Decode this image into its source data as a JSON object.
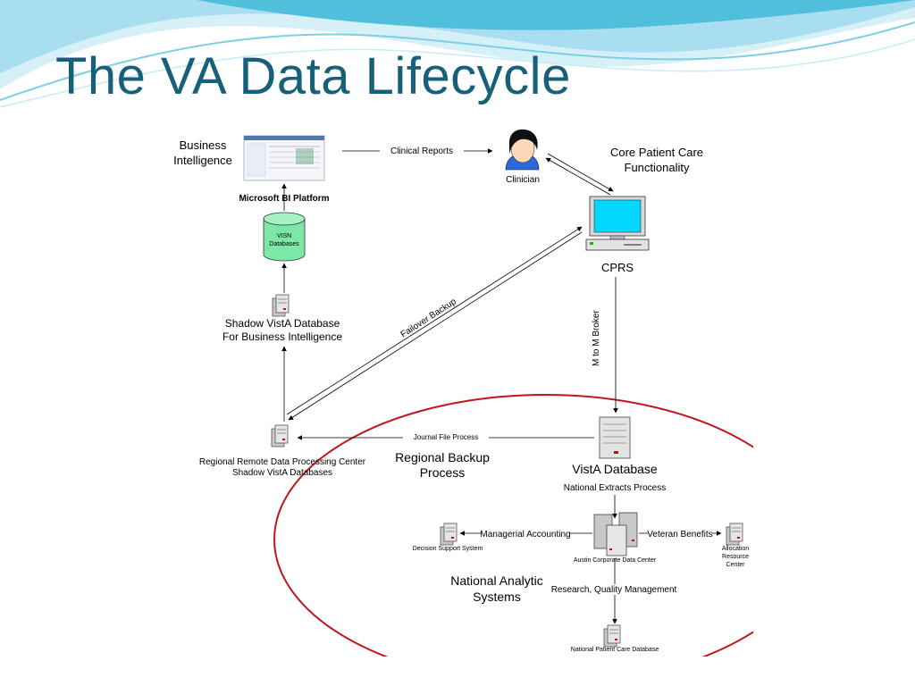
{
  "slide": {
    "title": "The VA Data Lifecycle"
  },
  "labels": {
    "business_intelligence": [
      "Business",
      "Intelligence"
    ],
    "microsoft_bi_platform": "Microsoft BI Platform",
    "visn_databases": [
      "VISN",
      "Databases"
    ],
    "clinical_reports": "Clinical Reports",
    "clinician": "Clinician",
    "core_patient_care": [
      "Core Patient Care",
      "Functionality"
    ],
    "cprs": "CPRS",
    "m_to_m_broker": "M to M Broker",
    "failover_backup": "Failover Backup",
    "shadow_vista_bi": [
      "Shadow VistA Database",
      "For Business Intelligence"
    ],
    "regional_remote": [
      "Regional Remote Data Processing Center",
      "Shadow VistA Databases"
    ],
    "journal_file_process": "Journal File Process",
    "regional_backup": [
      "Regional Backup",
      "Process"
    ],
    "vista_database": "VistA Database",
    "national_extracts": "National Extracts Process",
    "managerial_accounting": "Managerial Accounting",
    "veteran_benefits": "Veteran Benefits",
    "decision_support": "Decision Support System",
    "austin_corporate": "Austin Corporate Data Center",
    "allocation_resource": [
      "Allocation",
      "Resource",
      "Center"
    ],
    "national_analytic": [
      "National Analytic",
      "Systems"
    ],
    "research_quality": "Research, Quality Management",
    "national_patient_care": "National Patient Care Database"
  },
  "colors": {
    "title": "#17607a",
    "wave_light": "#bfe6f2",
    "wave_mid": "#5fc3dc",
    "monitor_screen": "#00d8ff",
    "cylinder": "#7de8a6",
    "ellipse": "#c0171f"
  }
}
